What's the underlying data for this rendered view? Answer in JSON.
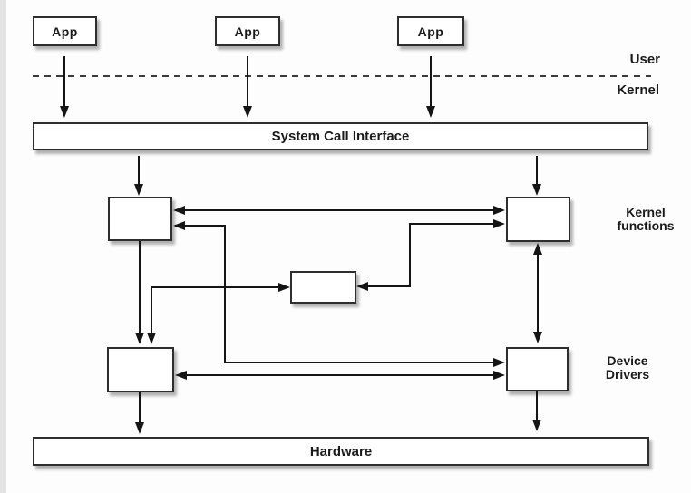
{
  "app_boxes": [
    {
      "label": "App"
    },
    {
      "label": "App"
    },
    {
      "label": "App"
    }
  ],
  "boundary": {
    "user_label": "User",
    "kernel_label": "Kernel"
  },
  "system_call_interface": {
    "label": "System Call Interface"
  },
  "layer_labels": {
    "kernel_functions": {
      "line1": "Kernel",
      "line2": "functions"
    },
    "device_drivers": {
      "line1": "Device",
      "line2": "Drivers"
    }
  },
  "hardware": {
    "label": "Hardware"
  },
  "colors": {
    "background": "#fdfdfd",
    "box_fill": "#ffffff",
    "box_border": "#2e2e2e",
    "line": "#151515",
    "edge_strip": "#e3e3e3"
  }
}
